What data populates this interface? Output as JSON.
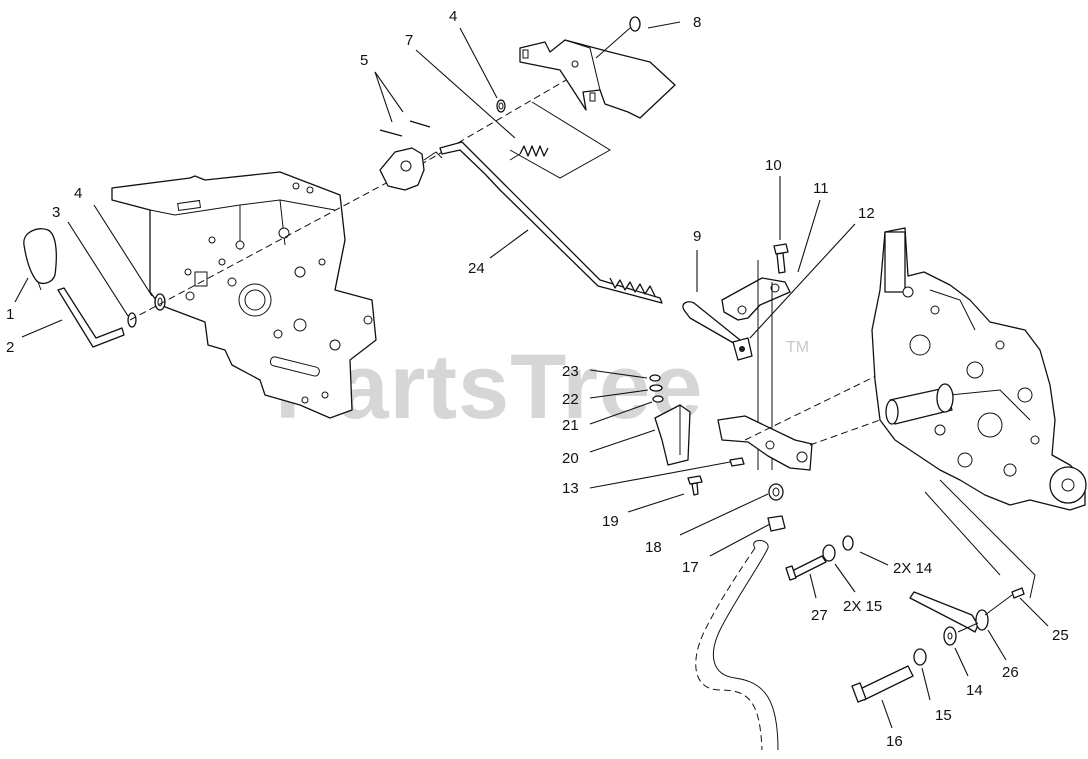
{
  "watermark": {
    "text": "PartsTree",
    "trademark": "TM"
  },
  "callouts": [
    {
      "id": "c1",
      "label": "1"
    },
    {
      "id": "c2",
      "label": "2"
    },
    {
      "id": "c3",
      "label": "3"
    },
    {
      "id": "c4a",
      "label": "4"
    },
    {
      "id": "c4b",
      "label": "4"
    },
    {
      "id": "c5",
      "label": "5"
    },
    {
      "id": "c7",
      "label": "7"
    },
    {
      "id": "c8",
      "label": "8"
    },
    {
      "id": "c9",
      "label": "9"
    },
    {
      "id": "c10",
      "label": "10"
    },
    {
      "id": "c11",
      "label": "11"
    },
    {
      "id": "c12",
      "label": "12"
    },
    {
      "id": "c13",
      "label": "13"
    },
    {
      "id": "c14a",
      "label": "2X 14"
    },
    {
      "id": "c14b",
      "label": "14"
    },
    {
      "id": "c15a",
      "label": "2X 15"
    },
    {
      "id": "c15b",
      "label": "15"
    },
    {
      "id": "c16",
      "label": "16"
    },
    {
      "id": "c17",
      "label": "17"
    },
    {
      "id": "c18",
      "label": "18"
    },
    {
      "id": "c19",
      "label": "19"
    },
    {
      "id": "c20",
      "label": "20"
    },
    {
      "id": "c21",
      "label": "21"
    },
    {
      "id": "c22",
      "label": "22"
    },
    {
      "id": "c23",
      "label": "23"
    },
    {
      "id": "c24",
      "label": "24"
    },
    {
      "id": "c25",
      "label": "25"
    },
    {
      "id": "c26",
      "label": "26"
    },
    {
      "id": "c27",
      "label": "27"
    }
  ]
}
